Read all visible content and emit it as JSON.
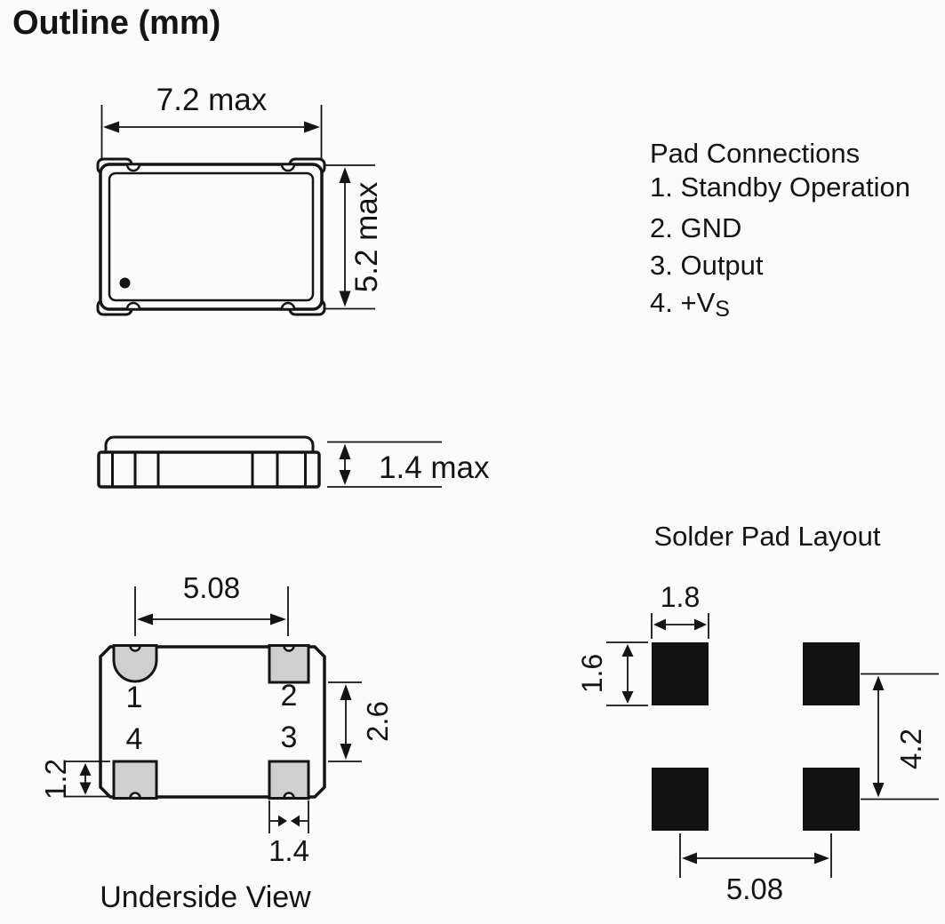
{
  "title": "Outline (mm)",
  "top_view": {
    "width_dim": "7.2 max",
    "height_dim": "5.2 max"
  },
  "side_view": {
    "height_dim": "1.4 max"
  },
  "pad_connections": {
    "title": "Pad Connections",
    "item1": "1. Standby Operation",
    "item2": "2. GND",
    "item3": "3. Output",
    "item4_main": "4. +V",
    "item4_sub": "S"
  },
  "underside_view": {
    "caption": "Underside View",
    "dim_pad_pitch": "5.08",
    "dim_pad_gap": "2.6",
    "dim_pad_height": "1.2",
    "dim_pad_width": "1.4",
    "pin1": "1",
    "pin2": "2",
    "pin3": "3",
    "pin4": "4"
  },
  "solder_pad_layout": {
    "title": "Solder Pad Layout",
    "dim_pad_width": "1.8",
    "dim_pad_height": "1.6",
    "dim_vertical_pitch": "4.2",
    "dim_horizontal_pitch": "5.08"
  },
  "colors": {
    "line": "#141414",
    "pad_gray": "#cfcfcf",
    "pad_black": "#121212",
    "background": "#fbfbfb"
  }
}
